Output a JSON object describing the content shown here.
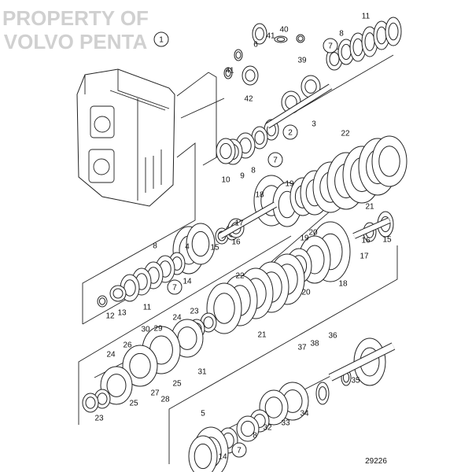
{
  "diagram": {
    "drawing_number": "29226",
    "watermark": [
      "PROPERTY OF",
      "VOLVO PENTA"
    ],
    "group_callouts": [
      "1",
      "2",
      "7"
    ],
    "part_labels": [
      "1",
      "40",
      "41",
      "6",
      "39",
      "41",
      "42",
      "7",
      "8",
      "11",
      "3",
      "2",
      "7",
      "10",
      "9",
      "8",
      "22",
      "21",
      "19",
      "18",
      "17",
      "20",
      "4",
      "15",
      "16",
      "16",
      "19",
      "15",
      "8",
      "17",
      "14",
      "18",
      "7",
      "20",
      "22",
      "11",
      "12",
      "13",
      "23",
      "24",
      "30",
      "29",
      "21",
      "36",
      "26",
      "38",
      "37",
      "24",
      "31",
      "35",
      "25",
      "27",
      "28",
      "25",
      "34",
      "23",
      "33",
      "5",
      "32",
      "8",
      "14",
      "7"
    ]
  }
}
